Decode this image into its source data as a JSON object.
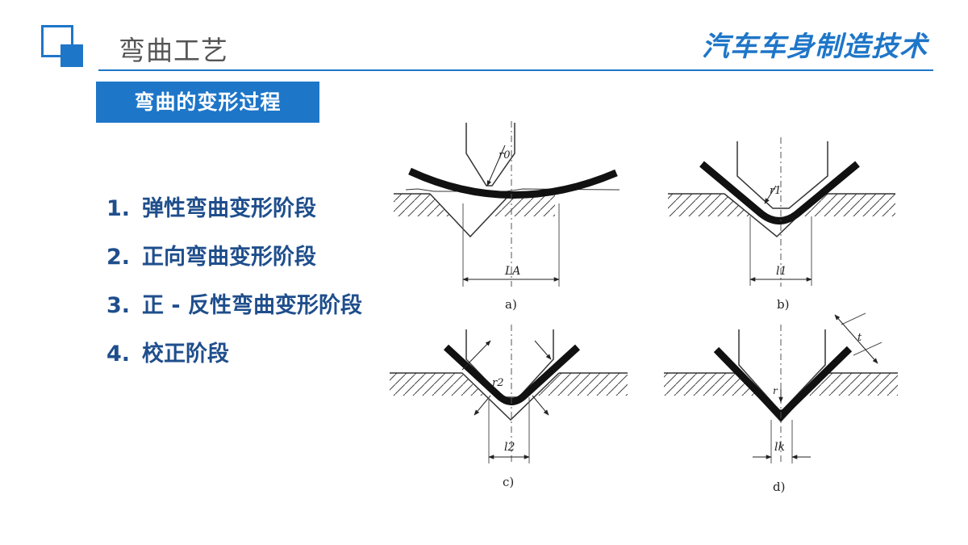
{
  "header": {
    "title": "弯曲工艺",
    "brand": "汽车车身制造技术"
  },
  "section": {
    "title": "弯曲的变形过程"
  },
  "steps": [
    {
      "num": "1.",
      "text": "弹性弯曲变形阶段"
    },
    {
      "num": "2.",
      "text": "正向弯曲变形阶段"
    },
    {
      "num": "3.",
      "text": "正 - 反性弯曲变形阶段"
    },
    {
      "num": "4.",
      "text": "校正阶段"
    }
  ],
  "figure": {
    "panels": [
      {
        "caption": "a)",
        "radius_label": "r0",
        "span_label": "LA"
      },
      {
        "caption": "b)",
        "radius_label": "r1",
        "span_label": "l1"
      },
      {
        "caption": "c)",
        "radius_label": "r2",
        "span_label": "l2"
      },
      {
        "caption": "d)",
        "radius_label": "r",
        "span_label": "lk",
        "thickness_label": "t"
      }
    ]
  }
}
